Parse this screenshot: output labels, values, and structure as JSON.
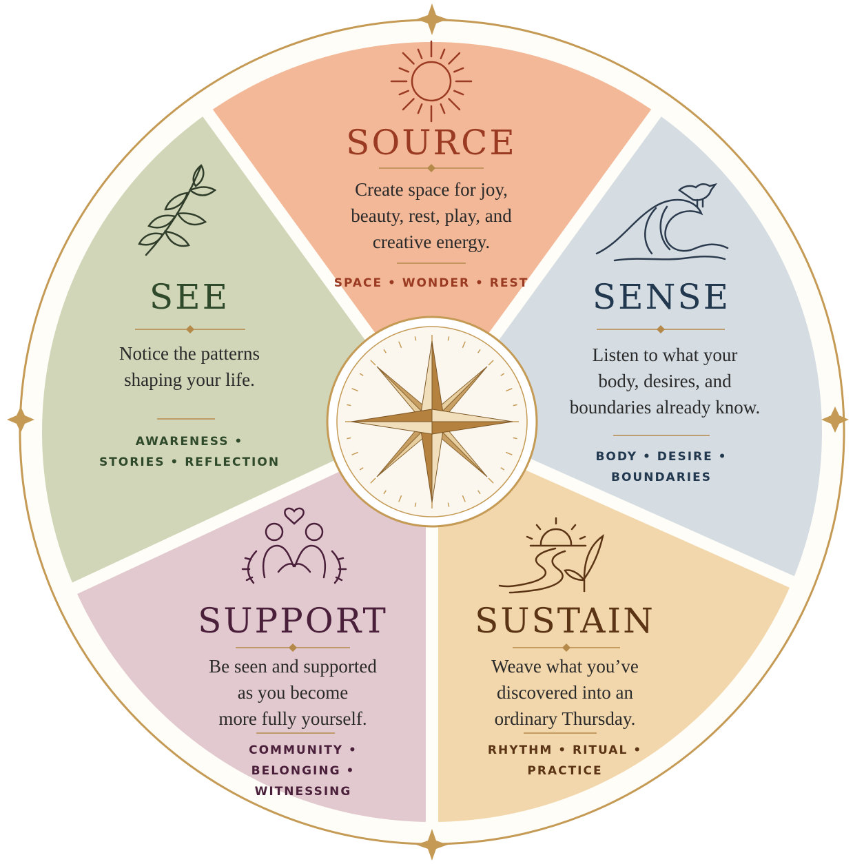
{
  "colors": {
    "ring": "#c49a55",
    "gold": "#b5894a",
    "source_fill": "#f2b898",
    "sense_fill": "#d5dde3",
    "sustain_fill": "#f3d7ac",
    "support_fill": "#e2c9cf",
    "see_fill": "#d1d6b8",
    "source_text": "#9a3a22",
    "sense_text": "#22384f",
    "sustain_text": "#5a3414",
    "support_text": "#4a1f3a",
    "see_text": "#2f4a2a"
  },
  "sections": {
    "source": {
      "title": "SOURCE",
      "icon": "sun-icon",
      "desc": [
        "Create space for joy,",
        "beauty, rest, play, and",
        "creative energy."
      ],
      "tags": [
        "SPACE • WONDER • REST"
      ]
    },
    "sense": {
      "title": "SENSE",
      "icon": "wave-bird-icon",
      "desc": [
        "Listen to what your",
        "body, desires, and",
        "boundaries already know."
      ],
      "tags": [
        "BODY • DESIRE •",
        "BOUNDARIES"
      ]
    },
    "sustain": {
      "title": "SUSTAIN",
      "icon": "path-sunrise-icon",
      "desc": [
        "Weave what you’ve",
        "discovered into an",
        "ordinary Thursday."
      ],
      "tags": [
        "RHYTHM • RITUAL •",
        "PRACTICE"
      ]
    },
    "support": {
      "title": "SUPPORT",
      "icon": "people-heart-icon",
      "desc": [
        "Be seen and supported",
        "as you become",
        "more fully yourself."
      ],
      "tags": [
        "COMMUNITY •",
        "BELONGING •",
        "WITNESSING"
      ]
    },
    "see": {
      "title": "SEE",
      "icon": "leaf-branch-icon",
      "desc": [
        "Notice the patterns",
        "shaping your life."
      ],
      "tags": [
        "AWARENESS •",
        "STORIES • REFLECTION"
      ]
    }
  },
  "center_icon": "compass-rose-icon"
}
